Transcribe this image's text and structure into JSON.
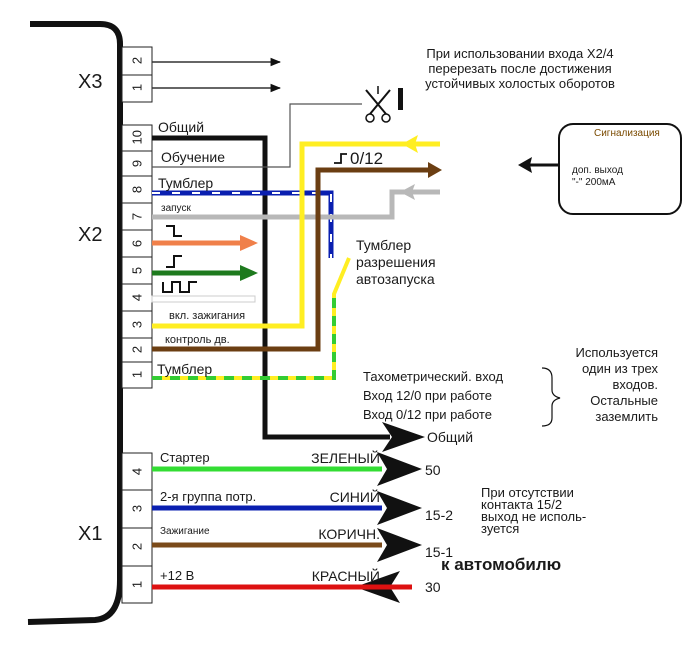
{
  "connectors": {
    "x3": {
      "label": "X3",
      "pins": [
        "2",
        "1"
      ]
    },
    "x2": {
      "label": "X2",
      "pins": [
        "10",
        "9",
        "8",
        "7",
        "6",
        "5",
        "4",
        "3",
        "2",
        "1"
      ]
    },
    "x1": {
      "label": "X1",
      "pins": [
        "4",
        "3",
        "2",
        "1"
      ]
    }
  },
  "x2_labels": {
    "p10": "Общий",
    "p9": "Обучение",
    "p8": "Тумблер",
    "p7": "запуск",
    "p3": "вкл. зажигания",
    "p2": "контроль дв.",
    "p1": "Тумблер"
  },
  "x2_wire_colors": {
    "p10": "#111111",
    "p9": "#555555",
    "p8": "#0a1fb0",
    "p7": "#b8b8b8",
    "p6": "#f0804a",
    "p5": "#1e7a1e",
    "p4": "#d0d0d0",
    "p3": "#ffee22",
    "p2": "#6b3e12",
    "p1": "#ffee22",
    "p1_dash": "#33cc33"
  },
  "pulse_label": "0/12",
  "cut_note": "При использовании входа X2/4 перерезать после достижения устойчивых холостых оборотов",
  "alarm": {
    "title": "Сигнализация",
    "output_line1": "доп. выход",
    "output_line2": "\"-\" 200мА",
    "title_color": "#7a4a00"
  },
  "toggle_note": [
    "Тумблер",
    "разрешения",
    "автозапуска"
  ],
  "tacho": {
    "lines": [
      "Тахометрический.  вход",
      "Вход 12/0 при работе",
      "Вход 0/12 при работе"
    ],
    "side_note": [
      "Используется",
      "один из трех",
      "входов.",
      "Остальные",
      "заземлить"
    ]
  },
  "common_label": "Общий",
  "x1_wires": [
    {
      "pin": "4",
      "name": "Стартер",
      "color_name": "ЗЕЛЕНЫЙ",
      "terminal": "50",
      "color": "#33dd33",
      "direction": "out"
    },
    {
      "pin": "3",
      "name": "2-я группа потр.",
      "color_name": "СИНИЙ",
      "terminal": "15-2",
      "color": "#0a1fb0",
      "direction": "out"
    },
    {
      "pin": "2",
      "name": "Зажигание",
      "color_name": "КОРИЧН.",
      "terminal": "15-1",
      "color": "#7a4a1a",
      "direction": "out"
    },
    {
      "pin": "1",
      "name": "+12 В",
      "color_name": "КРАСНЫЙ",
      "terminal": "30",
      "color": "#dd1111",
      "direction": "in"
    }
  ],
  "note_15_2": [
    "При отсутствии",
    "контакта 15/2",
    "выход не исполь-",
    "зуется"
  ],
  "to_car": "к автомобилю"
}
